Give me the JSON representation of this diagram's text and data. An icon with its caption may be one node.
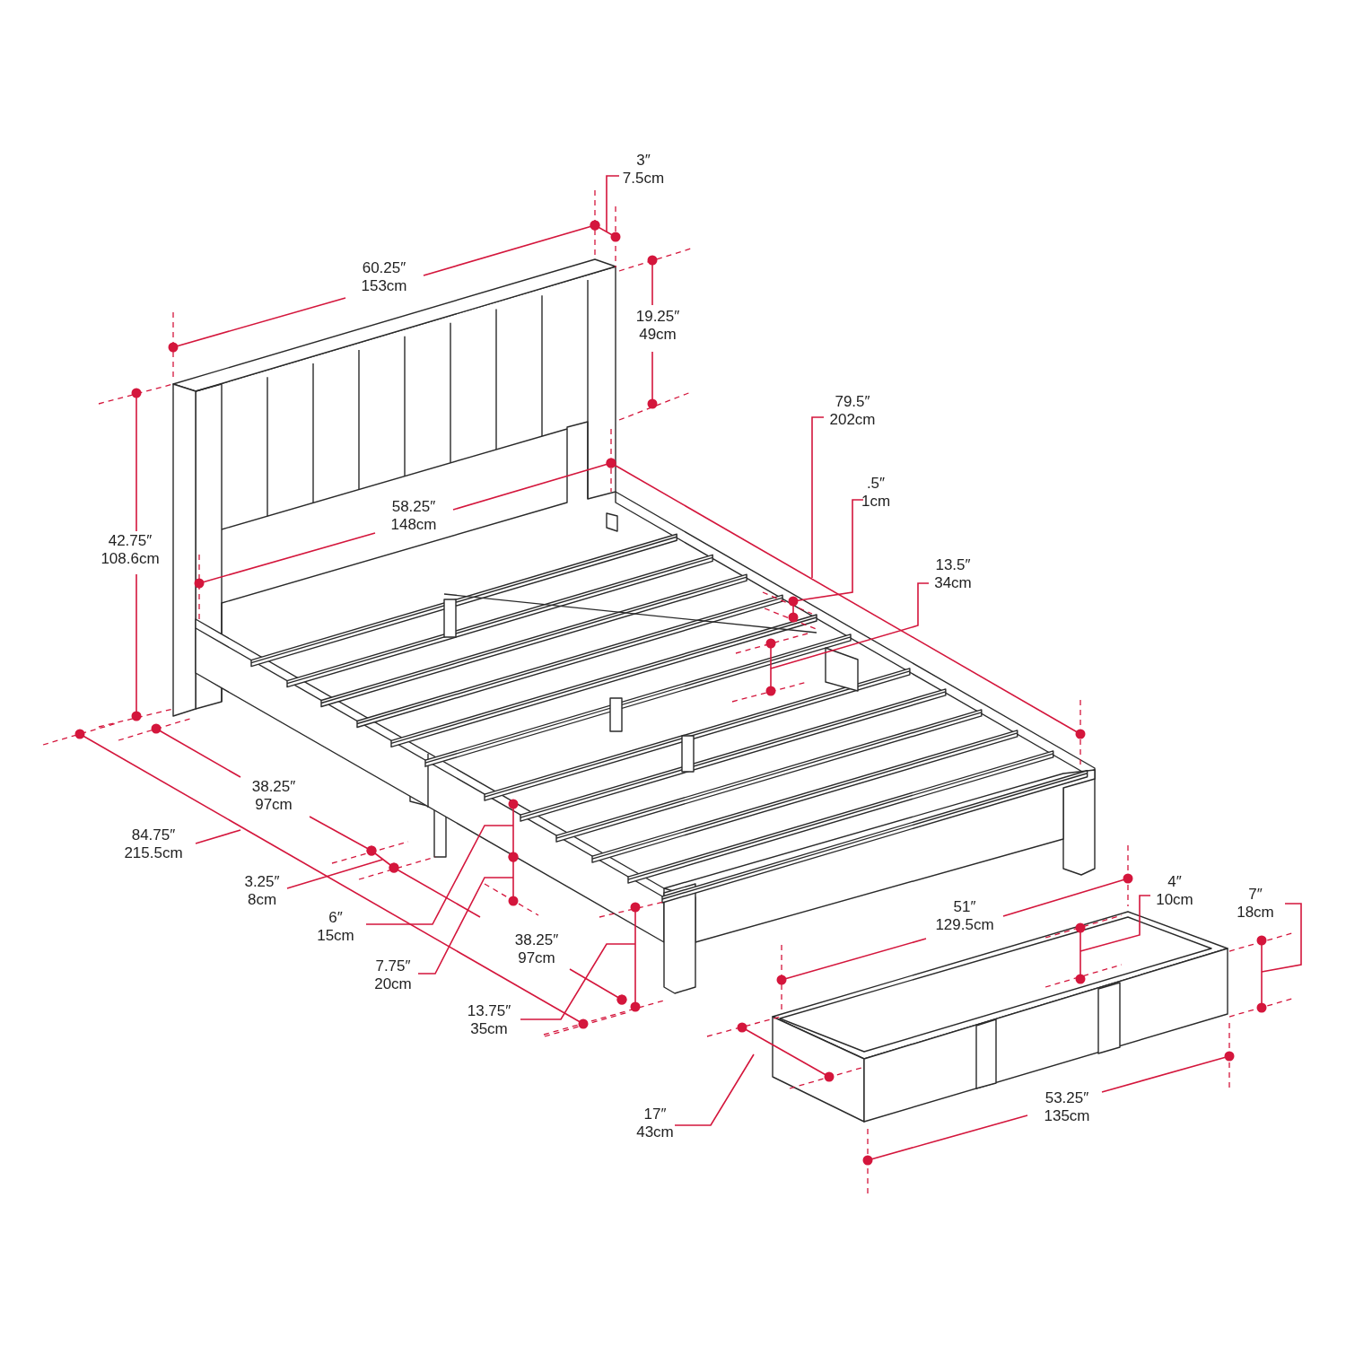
{
  "diagram": {
    "labels": [
      "3″ 7.5cm",
      "60.25″ 153cm",
      "19.25″ 49cm",
      "79.5″ 202cm",
      ".5″ 1cm",
      "58.25″ 148cm",
      "42.75″ 108.6cm",
      "13.5″ 34cm",
      "38.25″ 97cm",
      "84.75″ 215.5cm",
      "3.25″ 8cm",
      "6″ 15cm",
      "38.25″ 97cm",
      "7.75″ 20cm",
      "13.75″ 35cm",
      "4″ 10cm",
      "7″ 18cm",
      "51″ 129.5cm",
      "53.25″ 135cm",
      "17″ 43cm"
    ]
  }
}
